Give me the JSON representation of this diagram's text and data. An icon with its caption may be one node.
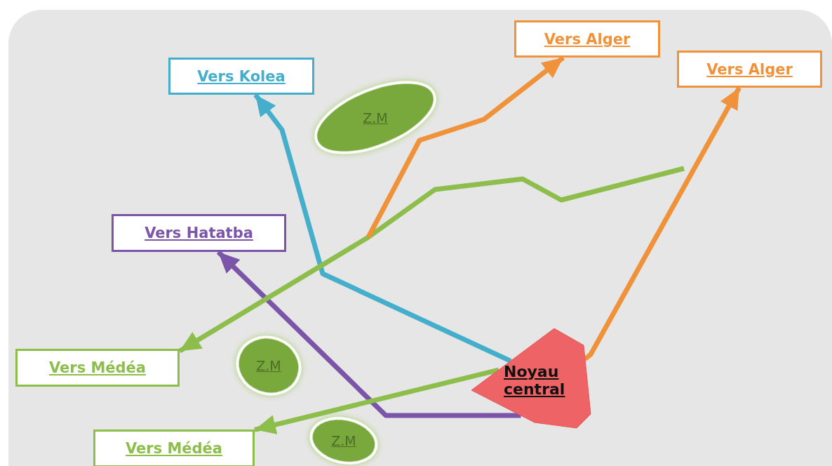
{
  "diagram": {
    "nodes": [
      {
        "text": [
          "Noyau central"
        ]
      },
      {
        "text": [
          "Vers Kolea"
        ]
      },
      {
        "text": [
          "Vers Alger"
        ]
      },
      {
        "text": [
          "Vers Alger"
        ]
      },
      {
        "text": [
          "Vers Hatatba"
        ]
      },
      {
        "text": [
          "Vers Médéa"
        ]
      },
      {
        "text": [
          "Vers Médéa"
        ]
      },
      {
        "text": [
          "Z.M"
        ]
      },
      {
        "text": [
          "Z.M"
        ]
      },
      {
        "text": [
          "Z.M"
        ]
      }
    ],
    "edges": [
      {
        "from": 0,
        "to": 1,
        "arrow": "to",
        "color": "#45afcb"
      },
      {
        "from": 0,
        "to": 3,
        "arrow": "to",
        "color": "#f0923a"
      },
      {
        "from": 0,
        "to": 4,
        "arrow": "to",
        "color": "#7b55a8"
      },
      {
        "from": 0,
        "to": 6,
        "arrow": "to",
        "color": "#8dbd4b"
      },
      {
        "from": null,
        "to": 5,
        "arrow": "to",
        "color": "#8dbd4b"
      },
      {
        "from": null,
        "to": 2,
        "arrow": "to",
        "color": "#f0923a"
      }
    ]
  }
}
